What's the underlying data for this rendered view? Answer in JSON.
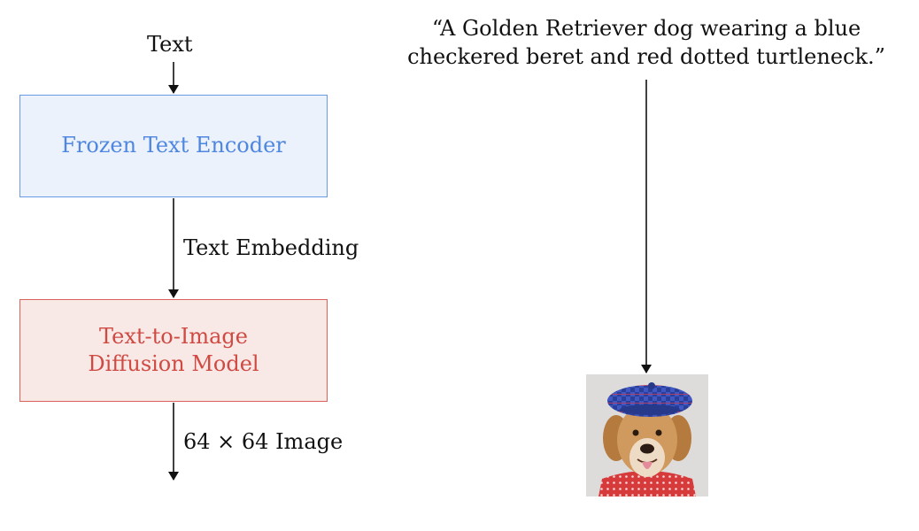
{
  "diagram": {
    "input_label": "Text",
    "encoder_label": "Frozen Text Encoder",
    "embedding_label": "Text Embedding",
    "diffusion_label_line1": "Text-to-Image",
    "diffusion_label_line2": "Diffusion Model",
    "output_label": "64 × 64 Image"
  },
  "example": {
    "prompt_line1": "“A Golden Retriever dog wearing a blue",
    "prompt_line2": "checkered beret and red dotted turtleneck.”",
    "image_icon": "golden-retriever-photo"
  },
  "colors": {
    "encoder_fill": "#ebf2fc",
    "encoder_border": "#6b9be6",
    "encoder_text": "#4f86e0",
    "diffusion_fill": "#f8e9e7",
    "diffusion_border": "#d9625b",
    "diffusion_text": "#cf4a43"
  }
}
